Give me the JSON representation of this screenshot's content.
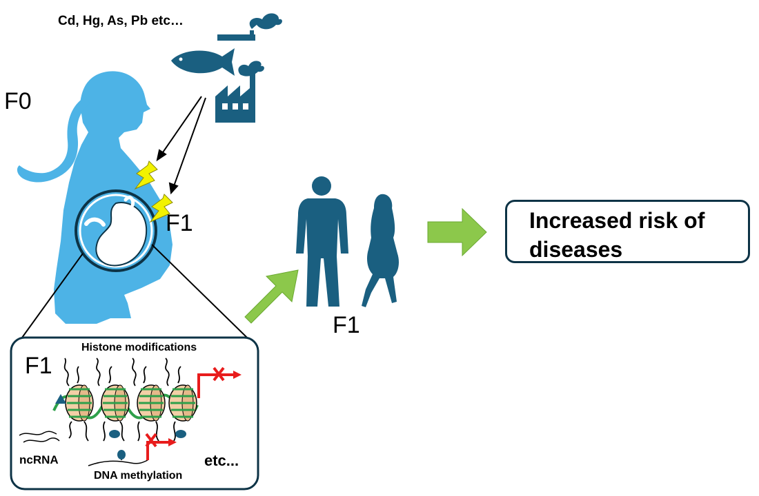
{
  "exposure": {
    "metals_label": "Cd, Hg, As, Pb etc…",
    "sources": [
      "fish-icon",
      "factory-icon",
      "chimney-pipe-icon"
    ]
  },
  "generations": {
    "mother": "F0",
    "fetus": "F1",
    "adults": "F1",
    "inset": "F1"
  },
  "inset": {
    "histone_label": "Histone modifications",
    "ncrna_label": "ncRNA",
    "dna_methylation_label": "DNA methylation",
    "etc_label": "etc..."
  },
  "outcome": {
    "text": "Increased risk of diseases"
  },
  "colors": {
    "silhouette_light": "#4db3e6",
    "silhouette_dark": "#1a5f80",
    "arrow_green": "#8cc84b",
    "lightning_yellow": "#f2f200",
    "block_red": "#e81c1c",
    "nucleosome": "#f3cfa6",
    "dna_green": "#2ea04a",
    "border_dark": "#0d3346"
  }
}
